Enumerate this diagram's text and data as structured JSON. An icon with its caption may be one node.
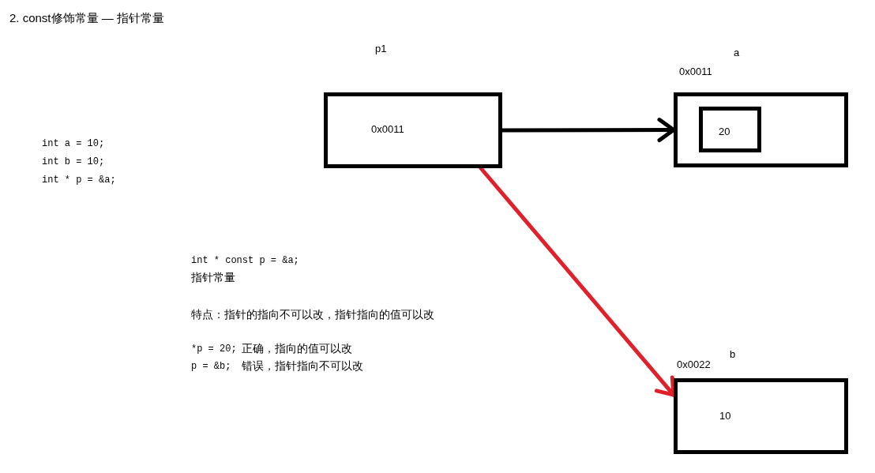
{
  "diagram": {
    "title": "2. const修饰常量 — 指针常量",
    "nodes": [
      {
        "text": [
          "p1",
          "0x0011"
        ]
      },
      {
        "text": [
          "a",
          "0x0011"
        ]
      },
      {
        "text": [
          "20"
        ],
        "in": 1
      },
      {
        "text": [
          "b",
          "0x0022",
          "10"
        ]
      }
    ],
    "edges": [
      {
        "from": 0,
        "to": 1,
        "arrow": "to"
      },
      {
        "from": 0,
        "to": 3,
        "arrow": "to",
        "color": "#e0202a"
      }
    ],
    "labels": [
      "int a = 10;",
      "int b = 10;",
      "int * p = &a;",
      "int * const p = &a;",
      "指针常量",
      "特点：指针的指向不可以改，指针指向的值可以改",
      "*p = 20;",
      "正确，指向的值可以改",
      "p = &b;",
      "错误，指针指向不可以改"
    ]
  }
}
